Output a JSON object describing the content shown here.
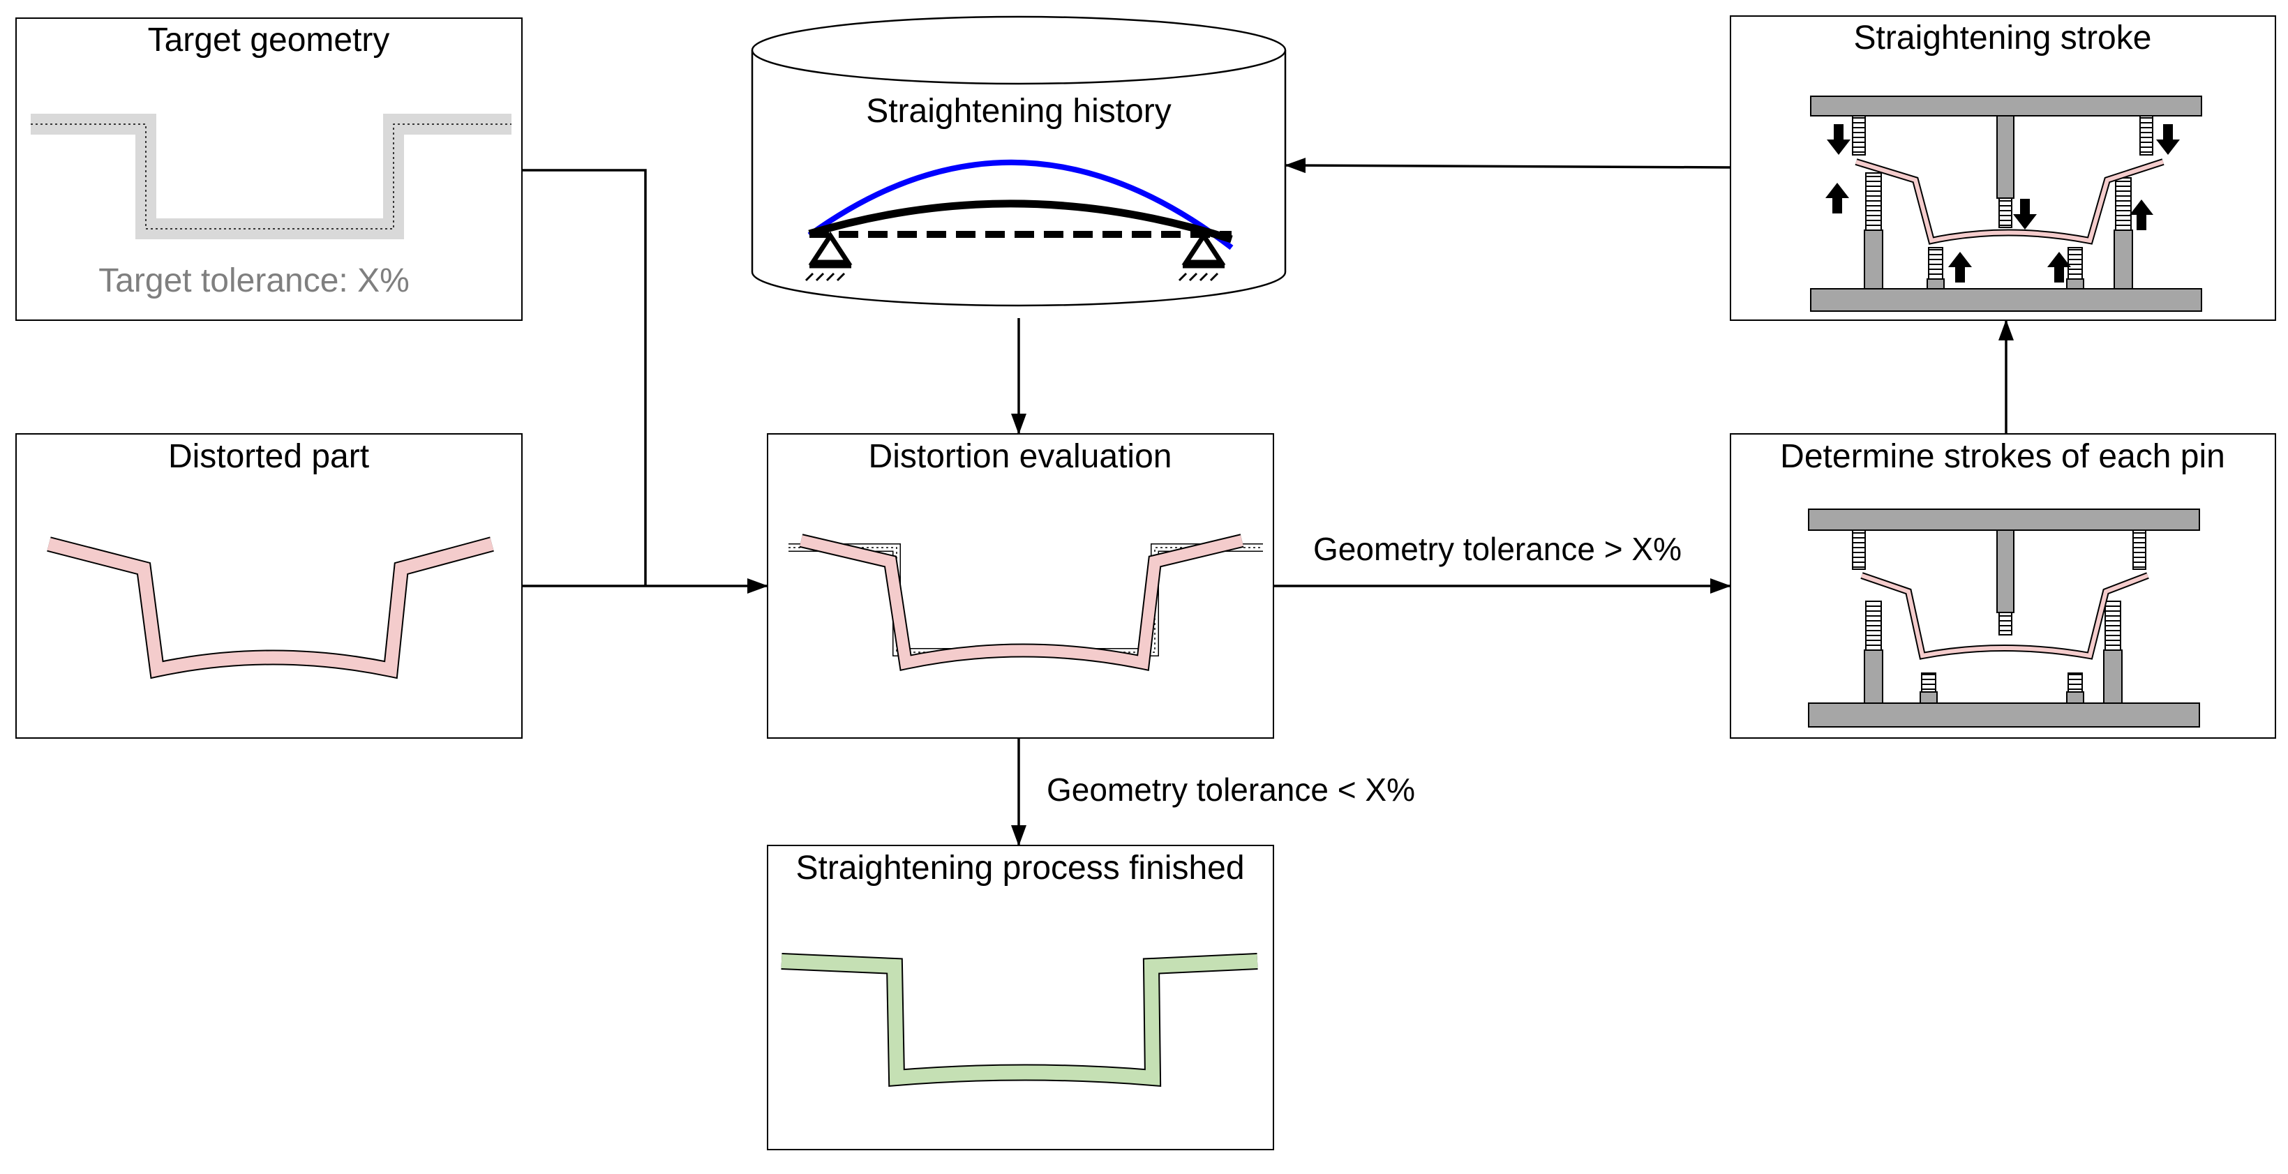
{
  "boxes": {
    "target_geometry": {
      "title": "Target geometry",
      "tolerance_label": "Target tolerance: X%"
    },
    "distorted_part": {
      "title": "Distorted part"
    },
    "straightening_history": {
      "title": "Straightening history"
    },
    "distortion_evaluation": {
      "title": "Distortion evaluation"
    },
    "process_finished": {
      "title": "Straightening process finished"
    },
    "straightening_stroke": {
      "title": "Straightening stroke"
    },
    "determine_strokes": {
      "title": "Determine strokes of each pin"
    }
  },
  "edges": {
    "tolerance_exceeded": "Geometry tolerance > X%",
    "tolerance_met": "Geometry tolerance < X%"
  },
  "colors": {
    "outline": "#000000",
    "target_gray": "#d9d9d9",
    "distorted_fill": "#f4cccc",
    "finished_fill": "#c5e0b4",
    "fixture_gray": "#a6a6a6",
    "history_blue": "#0000ff"
  }
}
